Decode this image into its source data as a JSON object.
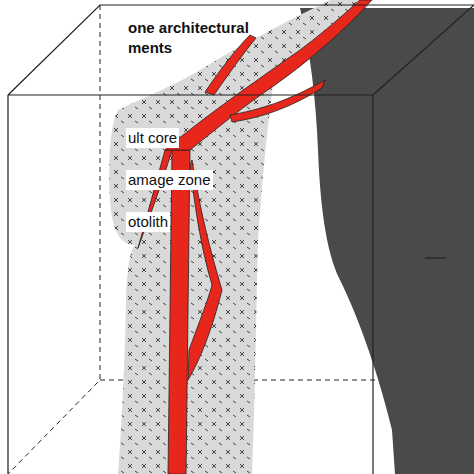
{
  "diagram": {
    "title": "one architectural ments",
    "legend": [
      {
        "text": "ult core"
      },
      {
        "text": "amage zone"
      },
      {
        "text": "otolith"
      }
    ]
  }
}
